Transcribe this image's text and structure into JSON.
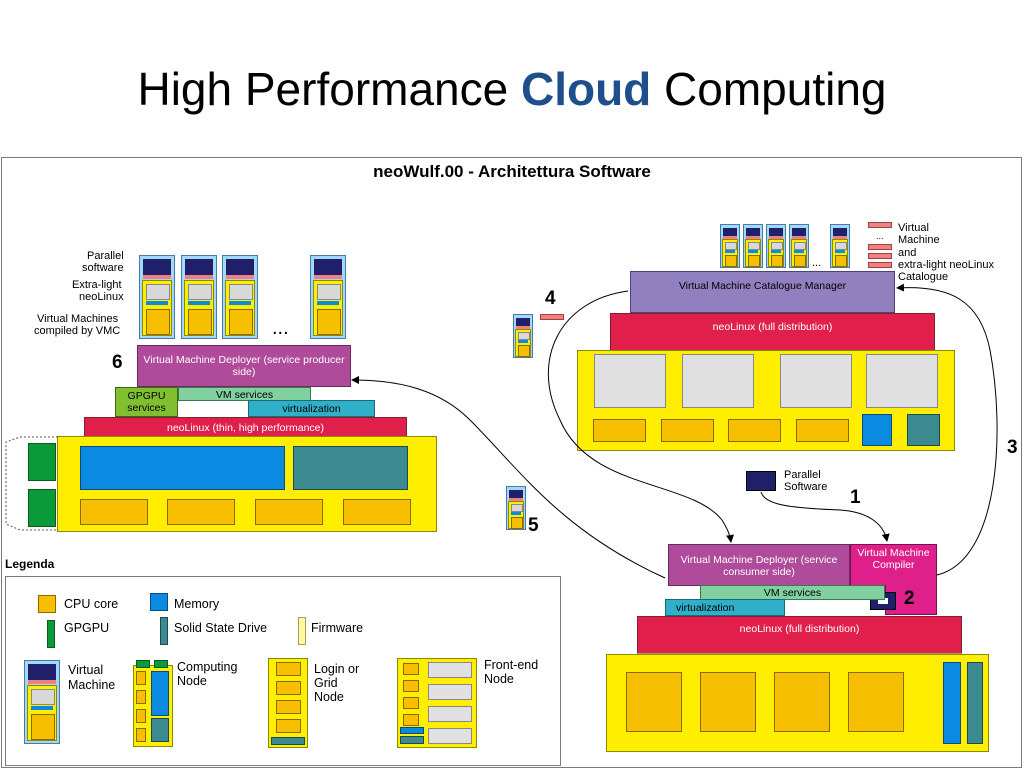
{
  "title": {
    "part1": "High Performance ",
    "accent": "Cloud",
    "part2": " Computing"
  },
  "diagram": {
    "heading": "neoWulf.00 - Architettura Software",
    "left": {
      "labels": [
        "Parallel",
        "software",
        "Extra-light",
        "neoLinux",
        "Virtual Machines",
        "compiled by VMC"
      ],
      "ellipsis": "...",
      "number": "6",
      "deployer": "Virtual Machine Deployer (service producer side)",
      "gpgpu_services": "GPGPU services",
      "vm_services": "VM services",
      "virtualization": "virtualization",
      "neolinux": "neoLinux (thin, high performance)"
    },
    "right_top": {
      "catalogue_labels": [
        "Virtual",
        "Machine",
        "and",
        "extra-light neoLinux",
        "Catalogue"
      ],
      "ellipsis": "...",
      "ellipsis_small": "...",
      "number": "4",
      "catalogue_manager": "Virtual Machine Catalogue Manager",
      "neolinux": "neoLinux (full distribution)"
    },
    "middle": {
      "parallel_software": "Parallel Software",
      "number1": "1",
      "number3": "3",
      "number5": "5"
    },
    "right_bottom": {
      "deployer": "Virtual Machine Deployer (service consumer side)",
      "compiler": "Virtual Machine Compiler",
      "number2": "2",
      "vm_services": "VM services",
      "virtualization": "virtualization",
      "neolinux": "neoLinux (full distribution)"
    },
    "legend": {
      "title": "Legenda",
      "cpu_core": "CPU core",
      "memory": "Memory",
      "gpgpu": "GPGPU",
      "ssd": "Solid State Drive",
      "firmware": "Firmware",
      "virtual_machine": "Virtual Machine",
      "computing_node": "Computing Node",
      "login_grid_node": "Login or Grid Node",
      "frontend_node": "Front-end Node"
    }
  }
}
